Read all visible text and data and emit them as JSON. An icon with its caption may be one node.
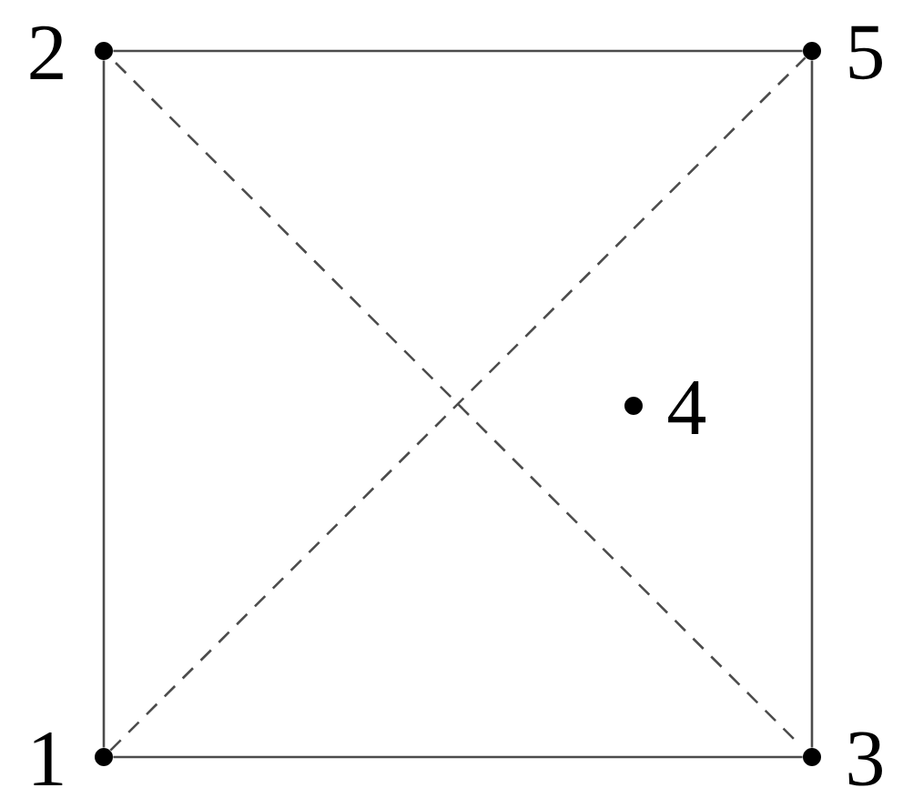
{
  "diagram": {
    "nodes": [
      {
        "text": [],
        "shape": "circle",
        "beside": [
          "2"
        ]
      },
      {
        "text": [],
        "shape": "circle",
        "beside": [
          "5"
        ]
      },
      {
        "text": [],
        "shape": "circle",
        "beside": [
          "4"
        ]
      },
      {
        "text": [],
        "shape": "circle",
        "beside": [
          "1"
        ]
      },
      {
        "text": [],
        "shape": "circle",
        "beside": [
          "3"
        ]
      }
    ],
    "edges": [
      {
        "from": 0,
        "to": 1,
        "arrow": "none"
      },
      {
        "from": 0,
        "to": 3,
        "arrow": "none"
      },
      {
        "from": 1,
        "to": 4,
        "arrow": "none"
      },
      {
        "from": 3,
        "to": 4,
        "arrow": "none"
      },
      {
        "from": 0,
        "to": 4,
        "arrow": "none",
        "style": "dashed"
      },
      {
        "from": 3,
        "to": 1,
        "arrow": "none",
        "style": "dashed"
      }
    ]
  }
}
